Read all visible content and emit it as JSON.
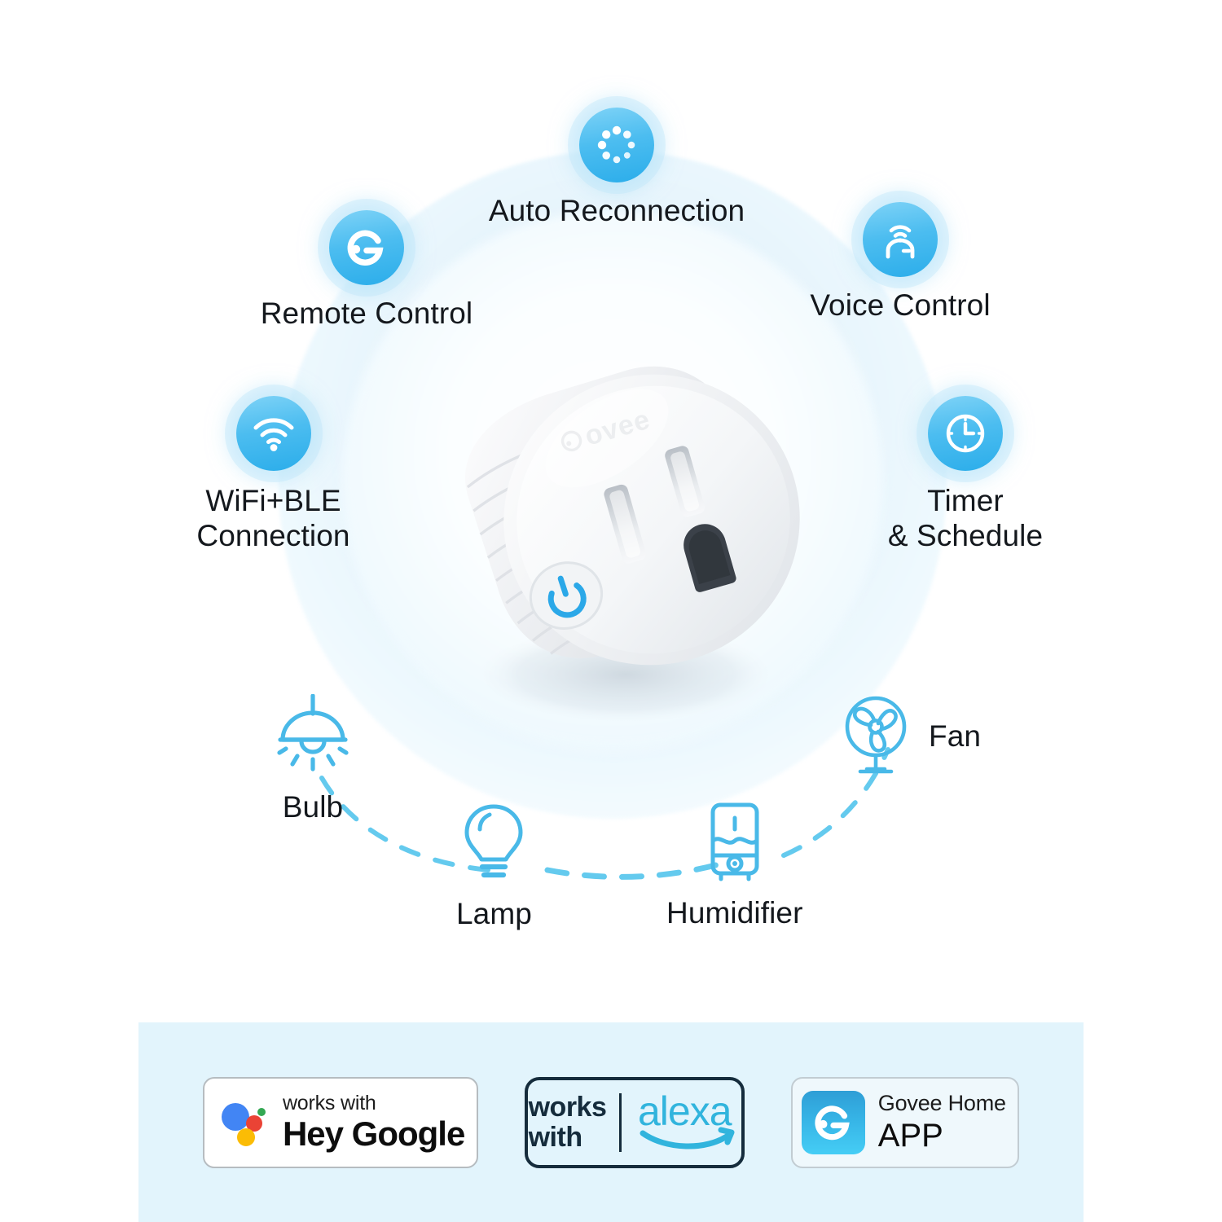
{
  "product": {
    "brand": "Govee",
    "type": "smart-plug",
    "alt": "Govee Wi-Fi smart plug with power button"
  },
  "features": [
    {
      "id": "auto-reconnection",
      "label": "Auto Reconnection",
      "icon": "spinner-dots-icon"
    },
    {
      "id": "remote-control",
      "label": "Remote Control",
      "icon": "govee-g-icon"
    },
    {
      "id": "voice-control",
      "label": "Voice Control",
      "icon": "smart-speaker-wifi-icon"
    },
    {
      "id": "wifi-ble-connection",
      "label": "WiFi+BLE\nConnection",
      "icon": "wifi-icon"
    },
    {
      "id": "timer-schedule",
      "label": "Timer\n& Schedule",
      "icon": "clock-icon"
    }
  ],
  "devices": [
    {
      "id": "bulb",
      "label": "Bulb",
      "icon": "pendant-lamp-icon"
    },
    {
      "id": "lamp",
      "label": "Lamp",
      "icon": "light-bulb-icon"
    },
    {
      "id": "humidifier",
      "label": "Humidifier",
      "icon": "humidifier-icon"
    },
    {
      "id": "fan",
      "label": "Fan",
      "icon": "fan-icon"
    }
  ],
  "banner": {
    "background_color": "#e2f4fc",
    "badges": [
      {
        "id": "hey-google",
        "line1": "works with",
        "line2": "Hey Google",
        "icon": "google-assistant-icon"
      },
      {
        "id": "alexa",
        "line1": "works",
        "line2": "with",
        "wordmark": "alexa",
        "icon": "amazon-alexa-icon"
      },
      {
        "id": "govee-home-app",
        "line1": "Govee Home",
        "line2": "APP",
        "icon": "govee-app-tile-icon"
      }
    ]
  },
  "colors": {
    "accent_blue": "#3bb7ee",
    "icon_gradient_start": "#7fd3f7",
    "icon_gradient_end": "#2badea",
    "glow": "#e6f4fc",
    "text_dark": "#14181d",
    "banner_bg": "#e2f4fc",
    "alexa_teal": "#31b4dd",
    "alexa_navy": "#152c3c",
    "google_blue": "#4285f4",
    "google_red": "#ea4335",
    "google_yellow": "#fbbc05",
    "google_green": "#34a853"
  }
}
